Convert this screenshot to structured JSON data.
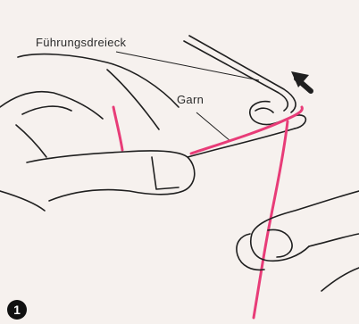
{
  "labels": {
    "guide": "Führungsdreieck",
    "yarn": "Garn"
  },
  "step_number": "1",
  "colors": {
    "yarn": "#e83c78",
    "ink": "#1f1f1f",
    "paper": "#f6f1ee"
  },
  "icons": {
    "direction": "arrow-up-left-icon"
  }
}
